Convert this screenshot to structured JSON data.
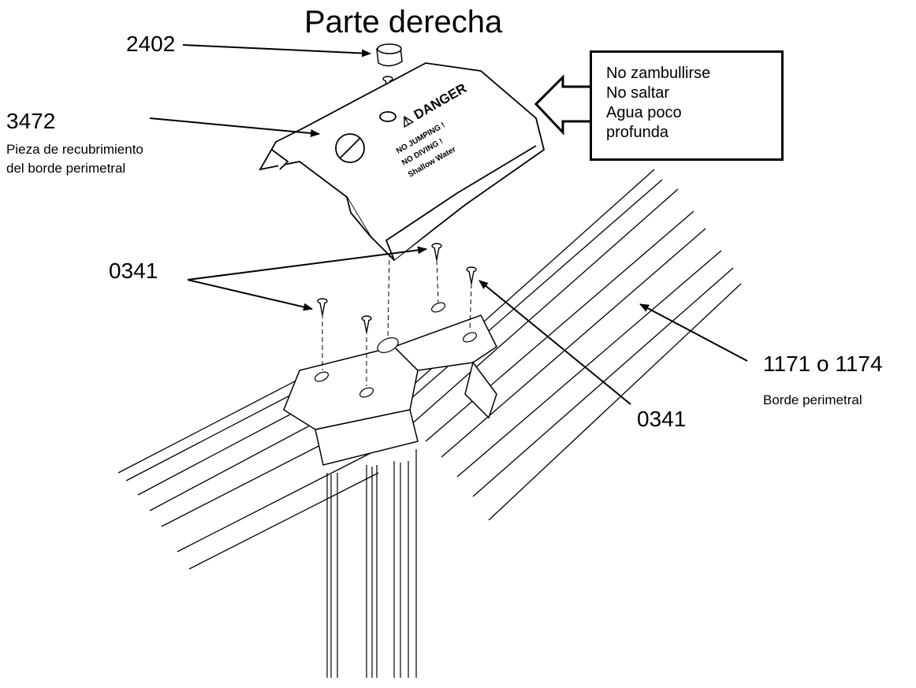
{
  "title": "Parte derecha",
  "parts": {
    "plug": {
      "number": "2402"
    },
    "cover": {
      "number": "3472",
      "desc_line1": "Pieza de recubrimiento",
      "desc_line2": "del borde perimetral"
    },
    "screws_left": {
      "number": "0341"
    },
    "screws_right": {
      "number": "0341"
    },
    "ledge": {
      "number": "1171 o 1174",
      "desc": "Borde perimetral"
    }
  },
  "warning": {
    "lines": [
      "No zambullirse",
      "No saltar",
      "Agua poco",
      "profunda"
    ]
  },
  "cover_decal": {
    "heading": "⚠ DANGER",
    "line1": "NO JUMPING !",
    "line2": "NO DIVING !",
    "line3": "Shallow Water"
  }
}
